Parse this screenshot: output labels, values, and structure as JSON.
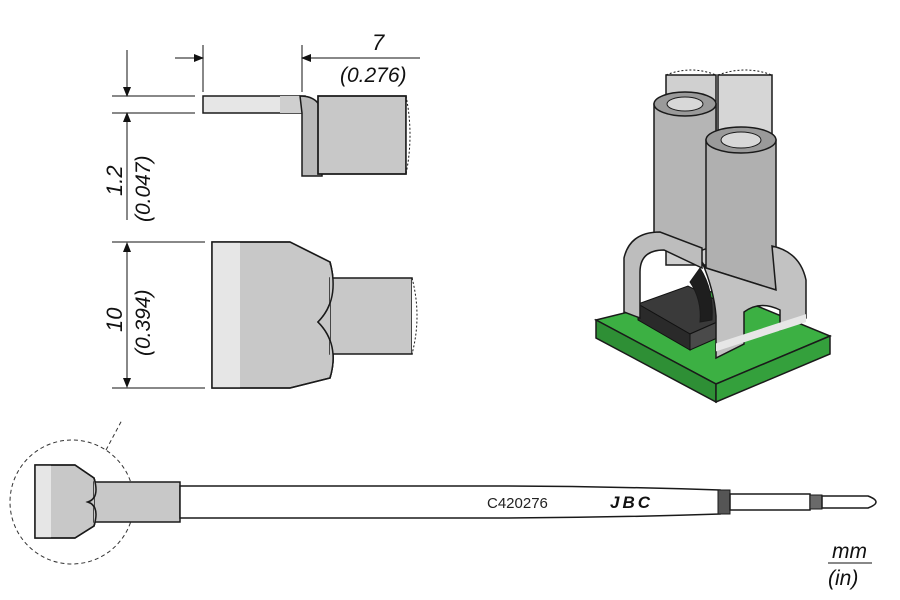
{
  "dimensions": {
    "length": {
      "mm": "7",
      "in": "(0.276)"
    },
    "thickness": {
      "mm": "1.2",
      "in": "(0.047)"
    },
    "width": {
      "mm": "10",
      "in": "(0.394)"
    }
  },
  "cartridge": {
    "model": "C420276",
    "brand": "JBC"
  },
  "units": {
    "primary": "mm",
    "secondary": "(in)"
  },
  "colors": {
    "metal": "#c8c8c8",
    "metal_light": "#e6e6e6",
    "metal_dark": "#8f8f8f",
    "outline": "#1a1a1a",
    "pcb": "#3cb043",
    "chip": "#3a3a3a"
  }
}
